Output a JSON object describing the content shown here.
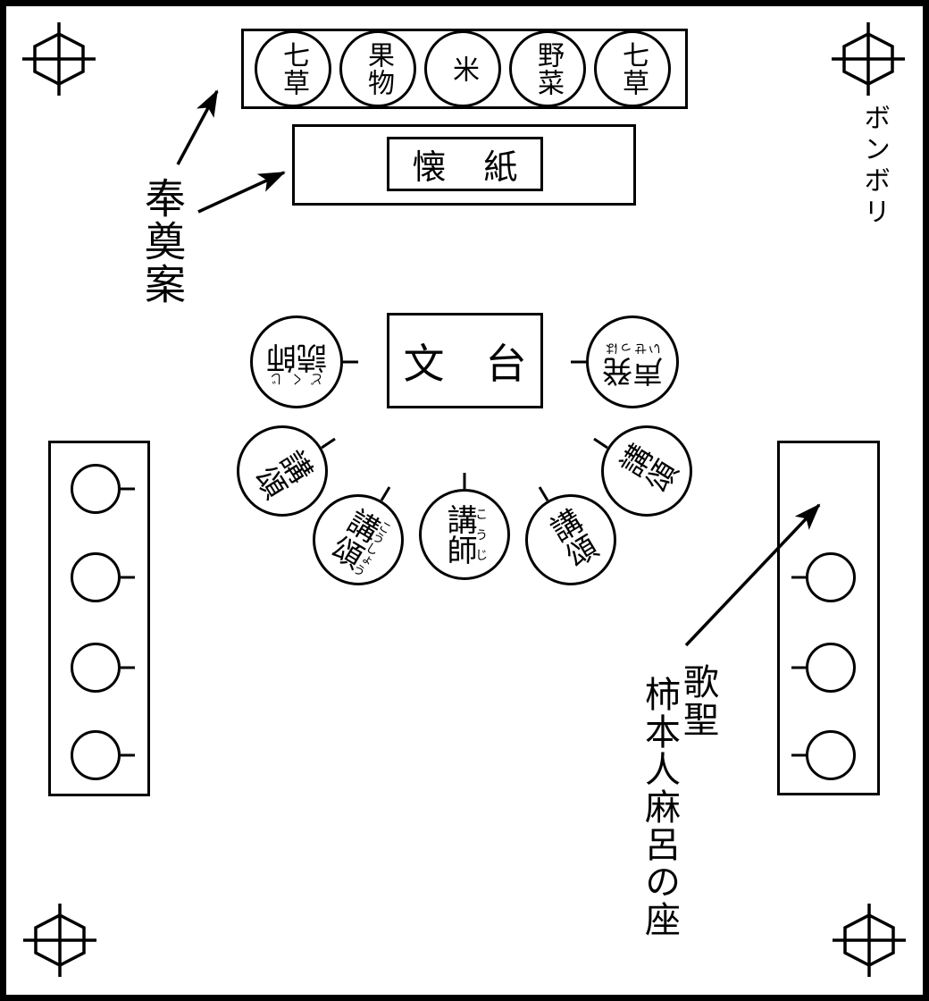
{
  "diagram": {
    "bonbori_label": "ボンボリ",
    "offering_table": {
      "items": [
        {
          "label": "七草"
        },
        {
          "label": "果物"
        },
        {
          "label": "米"
        },
        {
          "label": "野菜"
        },
        {
          "label": "七草"
        }
      ]
    },
    "kaishi_table": {
      "label": "懐紙"
    },
    "hoten_label": "奉奠案",
    "bundai": {
      "label": "文台"
    },
    "reader_seats": {
      "dokuji": {
        "label": "読師",
        "ruby": "どくじ"
      },
      "hassei": {
        "label": "発声",
        "ruby": "はっせい"
      }
    },
    "arc_seats": [
      {
        "label": "講頌",
        "ruby": ""
      },
      {
        "label": "講頌",
        "ruby": "こうしょう"
      },
      {
        "label": "講師",
        "ruby": "こうじ"
      },
      {
        "label": "講頌",
        "ruby": ""
      },
      {
        "label": "講頌",
        "ruby": ""
      }
    ],
    "hitomaro_label": {
      "line1": "歌聖",
      "line2": "柿本人麻呂の座"
    },
    "colors": {
      "ink": "#000000",
      "background": "#ffffff"
    }
  }
}
